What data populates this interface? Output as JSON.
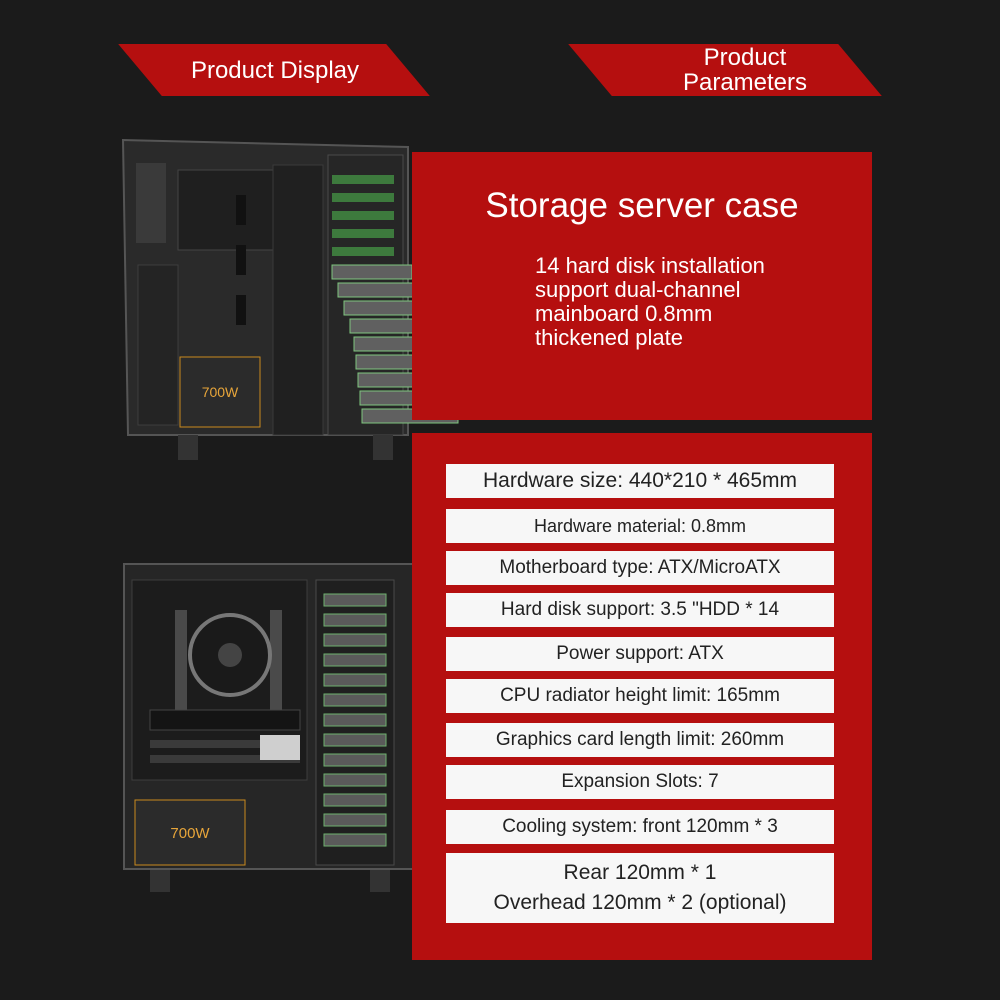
{
  "banners": {
    "left": "Product Display",
    "right_line1": "Product",
    "right_line2": "Parameters"
  },
  "feature": {
    "title": "Storage server case",
    "lines": [
      "14 hard disk installation",
      "support dual-channel",
      "mainboard 0.8mm",
      "thickened plate"
    ]
  },
  "specs": [
    "Hardware size: 440*210 * 465mm",
    "Hardware material: 0.8mm",
    "Motherboard type: ATX/MicroATX",
    "Hard disk support: 3.5 \"HDD * 14",
    "Power support: ATX",
    "CPU radiator height limit: 165mm",
    "Graphics card length limit: 260mm",
    "Expansion Slots: 7",
    "Cooling system: front 120mm * 3",
    "Rear 120mm * 1",
    "Overhead 120mm * 2 (optional)"
  ],
  "psu_labels": {
    "top": "700W",
    "bottom": "700W"
  },
  "colors": {
    "red": "#b50f0f",
    "background": "#1b1b1b",
    "row": "#f7f7f7"
  }
}
